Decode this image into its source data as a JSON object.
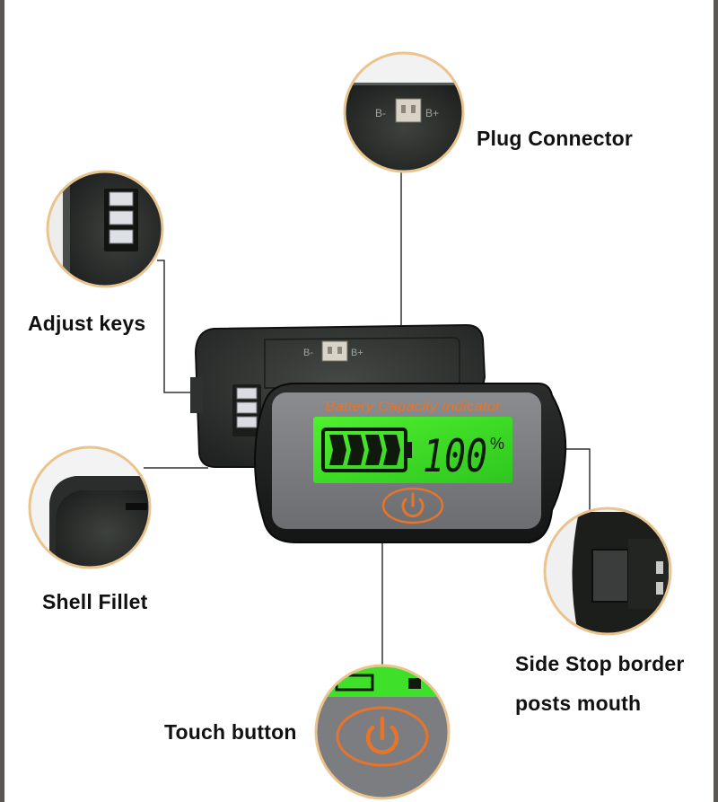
{
  "labels": {
    "plug_connector": "Plug Connector",
    "adjust_keys": "Adjust keys",
    "shell_fillet": "Shell Fillet",
    "side_stop_line1": "Side Stop border",
    "side_stop_line2": "posts mouth",
    "touch_button": "Touch button"
  },
  "device": {
    "title": "Battery Capacity Indicator",
    "percent_value": "100",
    "percent_unit": "%",
    "connector_neg": "B-",
    "connector_pos": "B+",
    "battery_level": 1.0
  },
  "colors": {
    "lcd_green": "#3fe02a",
    "accent_orange": "#e8742a",
    "callout_ring": "#e9c48f",
    "shell_dark": "#2a2c2a",
    "panel_grey": "#7b7d80"
  },
  "icons": {
    "touch": "power-icon"
  }
}
